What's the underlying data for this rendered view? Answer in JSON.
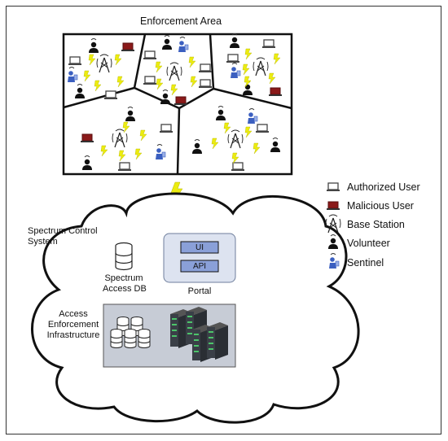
{
  "title": "Enforcement Area",
  "legend": [
    {
      "icon": "laptop-icon",
      "label": "Authorized User"
    },
    {
      "icon": "malicious-laptop-icon",
      "label": "Malicious User"
    },
    {
      "icon": "base-station-icon",
      "label": "Base Station"
    },
    {
      "icon": "volunteer-icon",
      "label": "Volunteer"
    },
    {
      "icon": "sentinel-icon",
      "label": "Sentinel"
    }
  ],
  "cloud": {
    "system_label": "Spectrum Control\nSystem",
    "db_label": "Spectrum\nAccess DB",
    "portal": {
      "label": "Portal",
      "ui": "UI",
      "api": "API"
    },
    "infra_label": "Access\nEnforcement\nInfrastructure"
  },
  "colors": {
    "authorized": "#5a5a5a",
    "malicious": "#8b1a1a",
    "sentinel": "#3b5fc0",
    "lightning": "#e8e000",
    "portal_fill": "#dde3f0",
    "infra_fill": "#c7ccd6",
    "button_fill": "#8aa0d8"
  }
}
